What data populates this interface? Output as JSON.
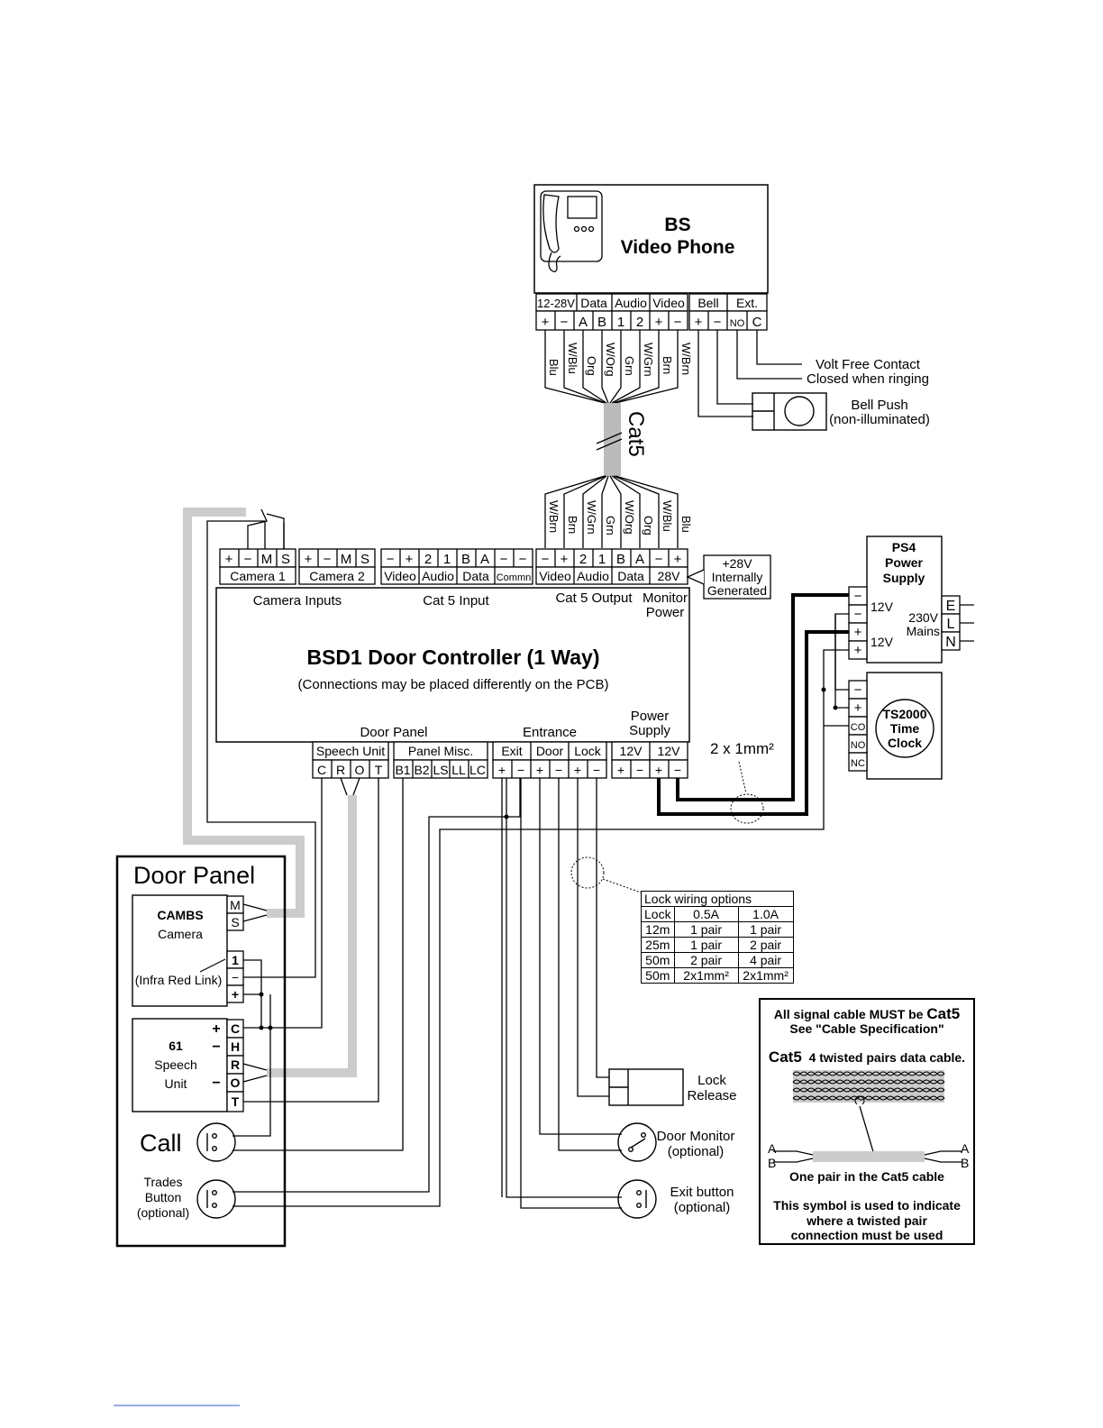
{
  "video_phone": {
    "line1": "BS",
    "line2": "Video Phone"
  },
  "phone_terminals": {
    "groups": [
      "12-28V",
      "Data",
      "Audio",
      "Video",
      "Bell",
      "Ext."
    ],
    "pins": [
      "+",
      "−",
      "A",
      "B",
      "1",
      "2",
      "+",
      "−",
      "+",
      "−",
      "NO",
      "C"
    ]
  },
  "cat5_top_wires": [
    "Blu",
    "W/Blu",
    "Org",
    "W/Org",
    "Grn",
    "W/Grn",
    "Brn",
    "W/Brn"
  ],
  "cat5_label": "Cat5",
  "cat5_bottom_wires": [
    "W/Brn",
    "Brn",
    "W/Grn",
    "Grn",
    "W/Org",
    "Org",
    "W/Blu",
    "Blu"
  ],
  "volt_free": {
    "line1": "Volt Free Contact",
    "line2": "Closed when ringing"
  },
  "bell_push": {
    "line1": "Bell Push",
    "line2": "(non-illuminated)"
  },
  "controller": {
    "top_pins": {
      "cam1": [
        "+",
        "−",
        "M",
        "S"
      ],
      "cam2": [
        "+",
        "−",
        "M",
        "S"
      ],
      "in": [
        "−",
        "+",
        "2",
        "1",
        "B",
        "A",
        "−",
        "−"
      ],
      "out": [
        "−",
        "+",
        "2",
        "1",
        "B",
        "A",
        "−",
        "+"
      ]
    },
    "top_groups": [
      "Camera 1",
      "Camera 2",
      "Video",
      "Audio",
      "Data",
      "Commn",
      "Video",
      "Audio",
      "Data",
      "28V"
    ],
    "section_top": [
      "Camera Inputs",
      "Cat 5 Input",
      "Cat 5 Output",
      "Monitor",
      "Power"
    ],
    "title": "BSD1 Door Controller (1 Way)",
    "subtitle": "(Connections may be placed differently on the PCB)",
    "section_bottom": [
      "Door Panel",
      "Entrance",
      "Power",
      "Supply"
    ],
    "bottom_groups": [
      "Speech Unit",
      "Panel Misc.",
      "Exit",
      "Door",
      "Lock",
      "12V",
      "12V"
    ],
    "bottom_pins": [
      "C",
      "R",
      "O",
      "T",
      "B1",
      "B2",
      "LS",
      "LL",
      "LC",
      "+",
      "−",
      "+",
      "−",
      "+",
      "−",
      "+",
      "−",
      "+",
      "−"
    ]
  },
  "plus28": {
    "line1": "+28V",
    "line2": "Internally",
    "line3": "Generated"
  },
  "ps4": {
    "line1": "PS4",
    "line2": "Power",
    "line3": "Supply",
    "v1": "12V",
    "v2": "12V",
    "mains1": "230V",
    "mains2": "Mains",
    "pins": [
      "−",
      "−",
      "+",
      "+"
    ],
    "eln": [
      "E",
      "L",
      "N"
    ]
  },
  "ts2000": {
    "line1": "TS2000",
    "line2": "Time",
    "line3": "Clock",
    "pins": [
      "−",
      "+",
      "CO",
      "NO",
      "NC"
    ]
  },
  "cable_2x1": "2 x 1mm²",
  "door_panel": {
    "title": "Door Panel",
    "camera": {
      "line1": "CAMBS",
      "line2": "Camera",
      "pins": [
        "M",
        "S",
        "1",
        "−",
        "+"
      ],
      "ir": "(Infra Red Link)"
    },
    "speech": {
      "line1": "61",
      "line2": "Speech",
      "line3": "Unit",
      "pins": [
        "C",
        "H",
        "R",
        "O",
        "T"
      ],
      "signs": [
        "+",
        "−",
        "−"
      ]
    },
    "call": "Call",
    "trades": {
      "line1": "Trades",
      "line2": "Button",
      "line3": "(optional)"
    }
  },
  "lock_table": {
    "caption": "Lock wiring options",
    "header": [
      "Lock",
      "0.5A",
      "1.0A"
    ],
    "rows": [
      [
        "12m",
        "1 pair",
        "1 pair"
      ],
      [
        "25m",
        "1 pair",
        "2 pair"
      ],
      [
        "50m",
        "2 pair",
        "4 pair"
      ],
      [
        "50m",
        "2x1mm²",
        "2x1mm²"
      ]
    ]
  },
  "lock_release": {
    "line1": "Lock",
    "line2": "Release"
  },
  "door_monitor": {
    "line1": "Door Monitor",
    "line2": "(optional)"
  },
  "exit_button": {
    "line1": "Exit button",
    "line2": "(optional)"
  },
  "cable_note": {
    "l1a": "All signal cable MUST be ",
    "l1b": "Cat5",
    "l2": "See \"Cable Specification\"",
    "l3a": "Cat5",
    "l3b": "4 twisted pairs data cable.",
    "a": "A",
    "b": "B",
    "l4": "One pair in the Cat5 cable",
    "l5": "This symbol is used to indicate",
    "l6": "where a twisted pair",
    "l7": "connection must be used"
  }
}
